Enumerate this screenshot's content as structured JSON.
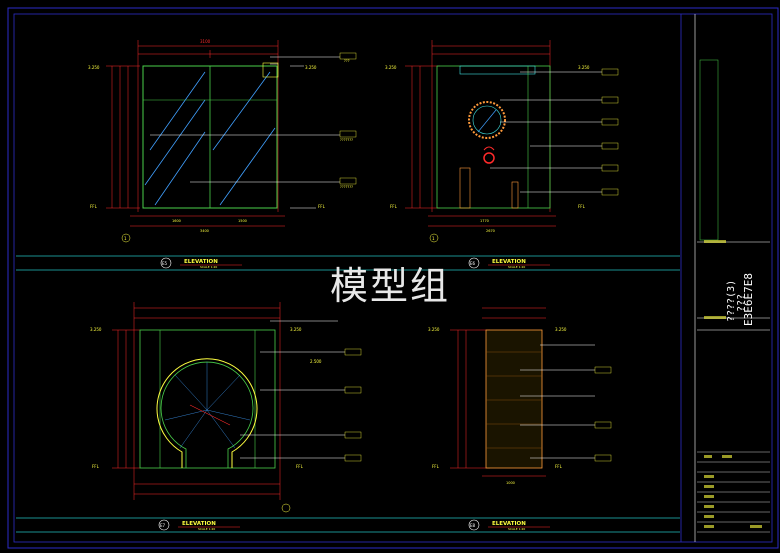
{
  "watermark": "模型组",
  "title_block": {
    "drawing_name_line1": "????(3)",
    "drawing_name_line2": "???",
    "drawing_code": "E3E6E7E8"
  },
  "views": [
    {
      "id": "top-left",
      "badge": "E5",
      "label": "ELEVATION",
      "scale": "SCALE 1:20",
      "ref": "1"
    },
    {
      "id": "top-right",
      "badge": "E6",
      "label": "ELEVATION",
      "scale": "SCALE 1:20",
      "ref": "1"
    },
    {
      "id": "bottom-left",
      "badge": "E7",
      "label": "ELEVATION",
      "scale": "SCALE 1:20"
    },
    {
      "id": "bottom-right",
      "badge": "E8",
      "label": "ELEVATION",
      "scale": "SCALE 1:20"
    }
  ],
  "colors": {
    "background": "#000000",
    "frame": "#2c2cc8",
    "band": "#1a8f8f",
    "red": "#ff2a2a",
    "yellow": "#ffff40",
    "green": "#4ad04a",
    "cyan": "#40e0e0",
    "white": "#ffffff"
  }
}
